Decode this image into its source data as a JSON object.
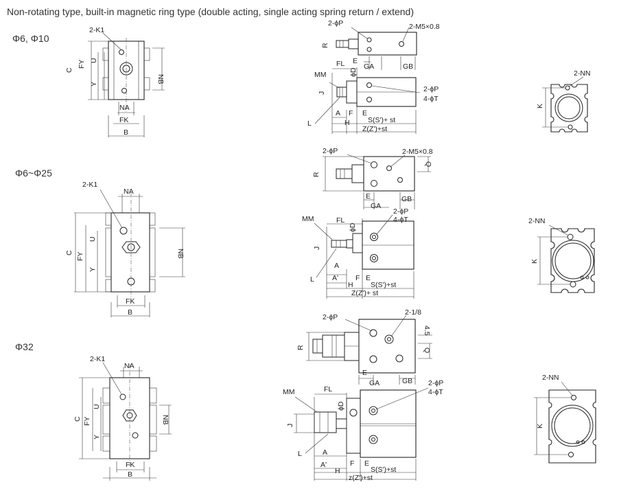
{
  "title": "Non-rotating type, built-in magnetic ring type (double acting, single acting spring return / extend)",
  "series": [
    "Φ6, Φ10",
    "Φ6~Φ25",
    "Φ32"
  ],
  "front": {
    "k1": "2-K1",
    "na": "NA",
    "fk": "FK",
    "b": "B",
    "c": "C",
    "fy": "FY",
    "u": "U",
    "y": "Y",
    "nb": "NB"
  },
  "top": {
    "p": "2-ϕP",
    "m5": "2-M5×0.8",
    "r": "R",
    "q": "Q",
    "e": "E",
    "ga": "GA",
    "gb": "GB",
    "port18": "2-1/8",
    "port_dist": "4.5"
  },
  "side": {
    "fl": "FL",
    "mm": "MM",
    "d": "ϕD",
    "j": "J",
    "l": "L",
    "a": "A",
    "a2": "A'",
    "f": "F",
    "e": "E",
    "h": "H",
    "p": "2-ϕP",
    "t": "4-ϕT",
    "s": "S(S')+ st",
    "s2": "S(S')+st",
    "z": "Z(Z')+st",
    "z2": "Z(Z')+ st",
    "z3": "z(Z')+st"
  },
  "end": {
    "nn": "2-NN",
    "k": "K"
  }
}
